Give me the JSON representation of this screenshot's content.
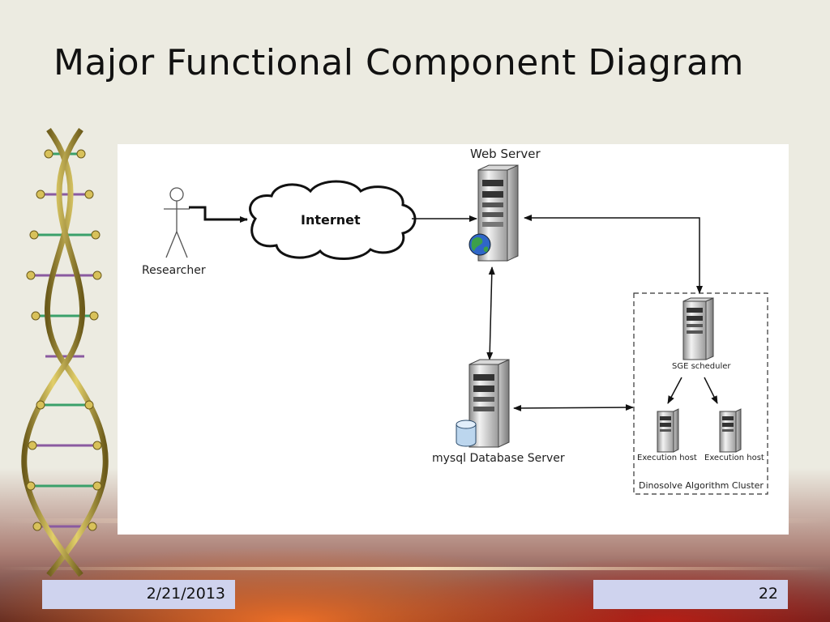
{
  "slide": {
    "title": "Major Functional Component Diagram",
    "date": "2/21/2013",
    "page_number": "22"
  },
  "diagram": {
    "nodes": {
      "researcher": "Researcher",
      "internet": "Internet",
      "web_server": "Web Server",
      "database_server": "mysql Database Server",
      "sge_scheduler": "SGE scheduler",
      "execution_host_1": "Execution host",
      "execution_host_2": "Execution host",
      "cluster": "Dinosolve Algorithm Cluster"
    },
    "icons": [
      "person-icon",
      "cloud-icon",
      "server-icon",
      "globe-icon",
      "database-icon"
    ]
  }
}
